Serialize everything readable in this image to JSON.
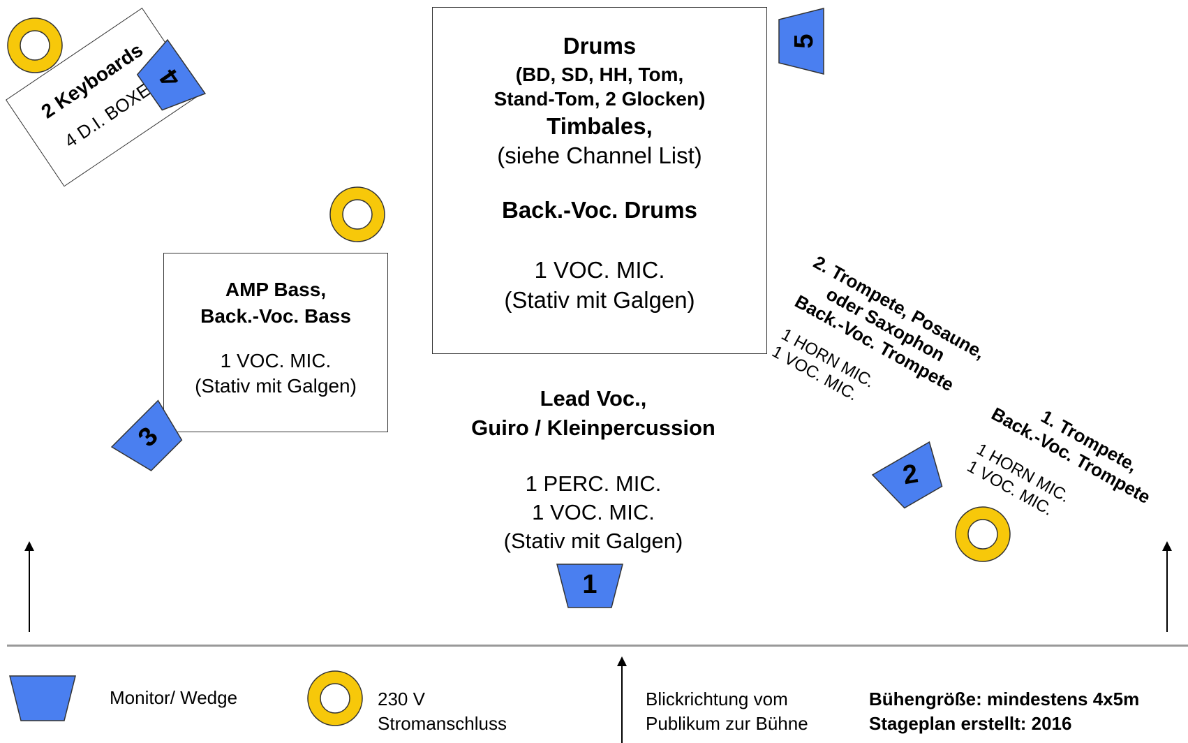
{
  "colors": {
    "monitor": "#4a7ff0",
    "power_ring": "#f7c80a",
    "stroke": "#333333"
  },
  "drums": {
    "title": "Drums",
    "sub1": "(BD, SD, HH, Tom,",
    "sub2": "Stand-Tom, 2 Glocken)",
    "timbales": "Timbales,",
    "channel": "(siehe Channel List)",
    "backvoc": "Back.-Voc. Drums",
    "mic": "1 VOC. MIC.",
    "stand": "(Stativ mit Galgen)"
  },
  "bass": {
    "title1": "AMP Bass,",
    "title2": "Back.-Voc. Bass",
    "mic": "1 VOC. MIC.",
    "stand": "(Stativ mit Galgen)"
  },
  "keyboards": {
    "title": "2 Keyboards",
    "sub": "4 D.I. BOXEN"
  },
  "lead": {
    "title1": "Lead Voc.,",
    "title2": "Guiro / Kleinpercussion",
    "mic1": "1 PERC. MIC.",
    "mic2": "1 VOC. MIC.",
    "stand": "(Stativ mit Galgen)"
  },
  "trumpet2": {
    "l1": "2. Trompete, Posaune,",
    "l2": "oder Saxophon",
    "l3": "Back.-Voc. Trompete",
    "mic1": "1 HORN MIC.",
    "mic2": "1 VOC. MIC."
  },
  "trumpet1": {
    "l1": "1. Trompete,",
    "l2": "Back.-Voc. Trompete",
    "mic1": "1 HORN MIC.",
    "mic2": "1 VOC. MIC."
  },
  "monitors": {
    "m1": "1",
    "m2": "2",
    "m3": "3",
    "m4": "4",
    "m5": "5"
  },
  "legend": {
    "monitor": "Monitor/ Wedge",
    "power1": "230 V",
    "power2": "Stromanschluss",
    "view1": "Blickrichtung vom",
    "view2": "Publikum zur Bühne",
    "stage1": "Bühengröße: mindestens 4x5m",
    "stage2": "Stageplan erstellt: 2016"
  }
}
